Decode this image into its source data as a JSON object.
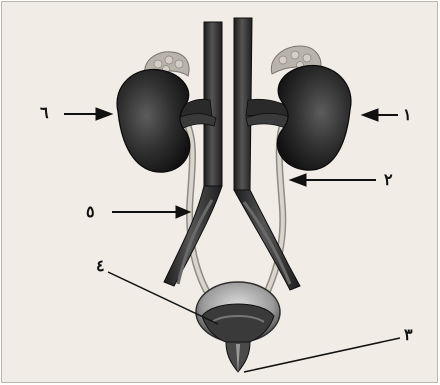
{
  "labels": {
    "one": "١",
    "two": "٢",
    "three": "٣",
    "four": "٤",
    "five": "٥",
    "six": "٦"
  }
}
